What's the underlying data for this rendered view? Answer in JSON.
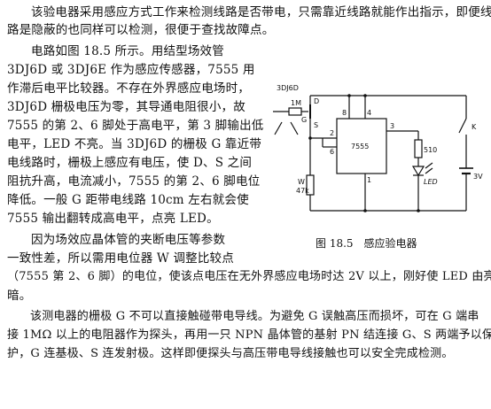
{
  "paragraph1": [
    "该验电器采用感应方式工作来检测线路是否带电，只需靠近线路就能作出指示，即便线",
    "路是隐蔽的也同样可以检测，很便于查找故障点。"
  ],
  "paragraph2": [
    "电路如图 18.5 所示。用结型场效管",
    "3DJ6D 或 3DJ6E 作为感应传感器，7555 用",
    "作滞后电平比较器。不存在外界感应电场时，",
    "3DJ6D 栅极电压为零，其导通电阻很小，故",
    "7555 的第 2、6 脚处于高电平，第 3 脚输出低",
    "电平，LED 不亮。当 3DJ6D 的栅极 G 靠近带",
    "电线路时，栅极上感应有电压，使 D、S 之间",
    "阻抗升高，电流减小，7555 的第 2、6 脚电位",
    "降低。一般 G 距带电线路 10cm 左右就会使",
    "7555 输出翻转成高电平，点亮 LED。"
  ],
  "paragraph3": [
    "因为场效应晶体管的夹断电压等参数",
    "一致性差，所以需用电位器 W 调整比较点",
    "（7555 第 2、6 脚）的电位，使该点电压在无外界感应电场时达 2V 以上，刚好使 LED 由亮变",
    "暗。"
  ],
  "paragraph4": [
    "该测电器的栅极 G 不可以直接触碰带电导线。为避免 G 误触高压而损坏，可在 G 端串",
    "接 1MΩ 以上的电阻器作为探头，再用一只 NPN 晶体管的基射 PN 结连接 G、S 两端予以保",
    "护，G 连基极、S 连发射极。这样即便探头与高压带电导线接触也可以安全完成检测。"
  ],
  "figure": {
    "caption": "图 18.5　感应验电器",
    "labels": {
      "fet": "3DJ6D",
      "d": "D",
      "g": "G",
      "s": "S",
      "r1": "1M",
      "ic": "7555",
      "pin8": "8",
      "pin4": "4",
      "pin2": "2",
      "pin6": "6",
      "pin3": "3",
      "pin1": "1",
      "r2": "510",
      "led": "LED",
      "switch": "K",
      "pot": "W",
      "pot_value": "47k",
      "battery": "3V"
    }
  }
}
